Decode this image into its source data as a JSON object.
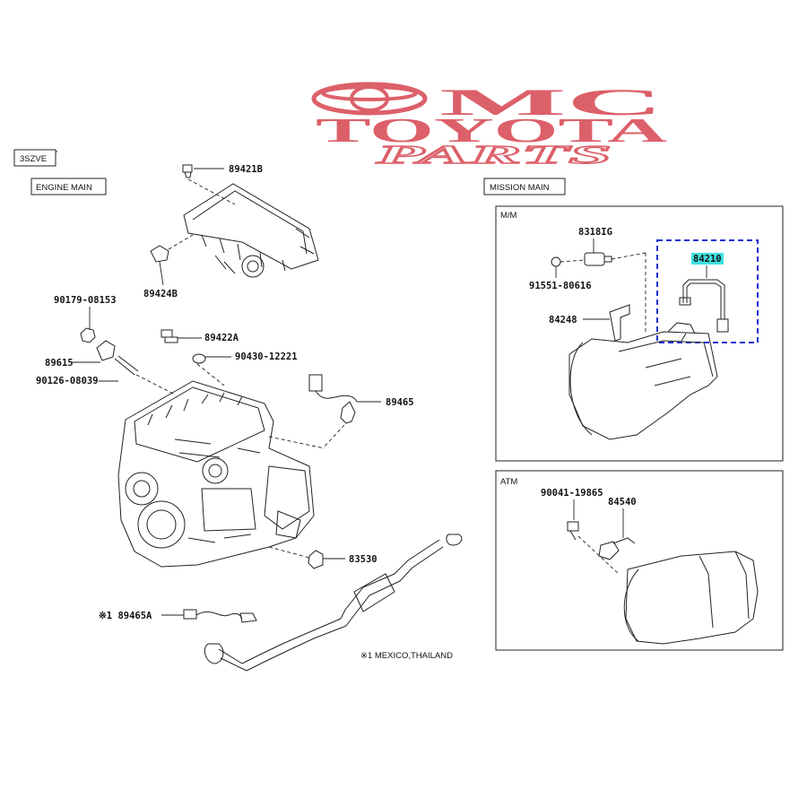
{
  "logo": {
    "line1": "MC",
    "line2": "TOYOTA",
    "line3": "PARTS",
    "color": "#d64550"
  },
  "engine_code": "3SZVE",
  "sections": {
    "engine_main": "ENGINE MAIN",
    "mission_main": "MISSION MAIN",
    "mtm": "M/M",
    "atm": "ATM"
  },
  "parts": {
    "p89421B": "89421B",
    "p89424B": "89424B",
    "p90179": "90179-08153",
    "p89422A": "89422A",
    "p89615": "89615",
    "p90430": "90430-12221",
    "p90126": "90126-08039",
    "p89465": "89465",
    "p83530": "83530",
    "p89465A": "※1 89465A",
    "p8318G": "8318IG",
    "p91551": "91551-80616",
    "p84210": "84210",
    "p84248": "84248",
    "p90041": "90041-19865",
    "p84540": "84540"
  },
  "footnote": "※1  MEXICO,THAILAND",
  "highlight": {
    "color": "#40e0e0",
    "box_color": "#1a2fd6"
  }
}
